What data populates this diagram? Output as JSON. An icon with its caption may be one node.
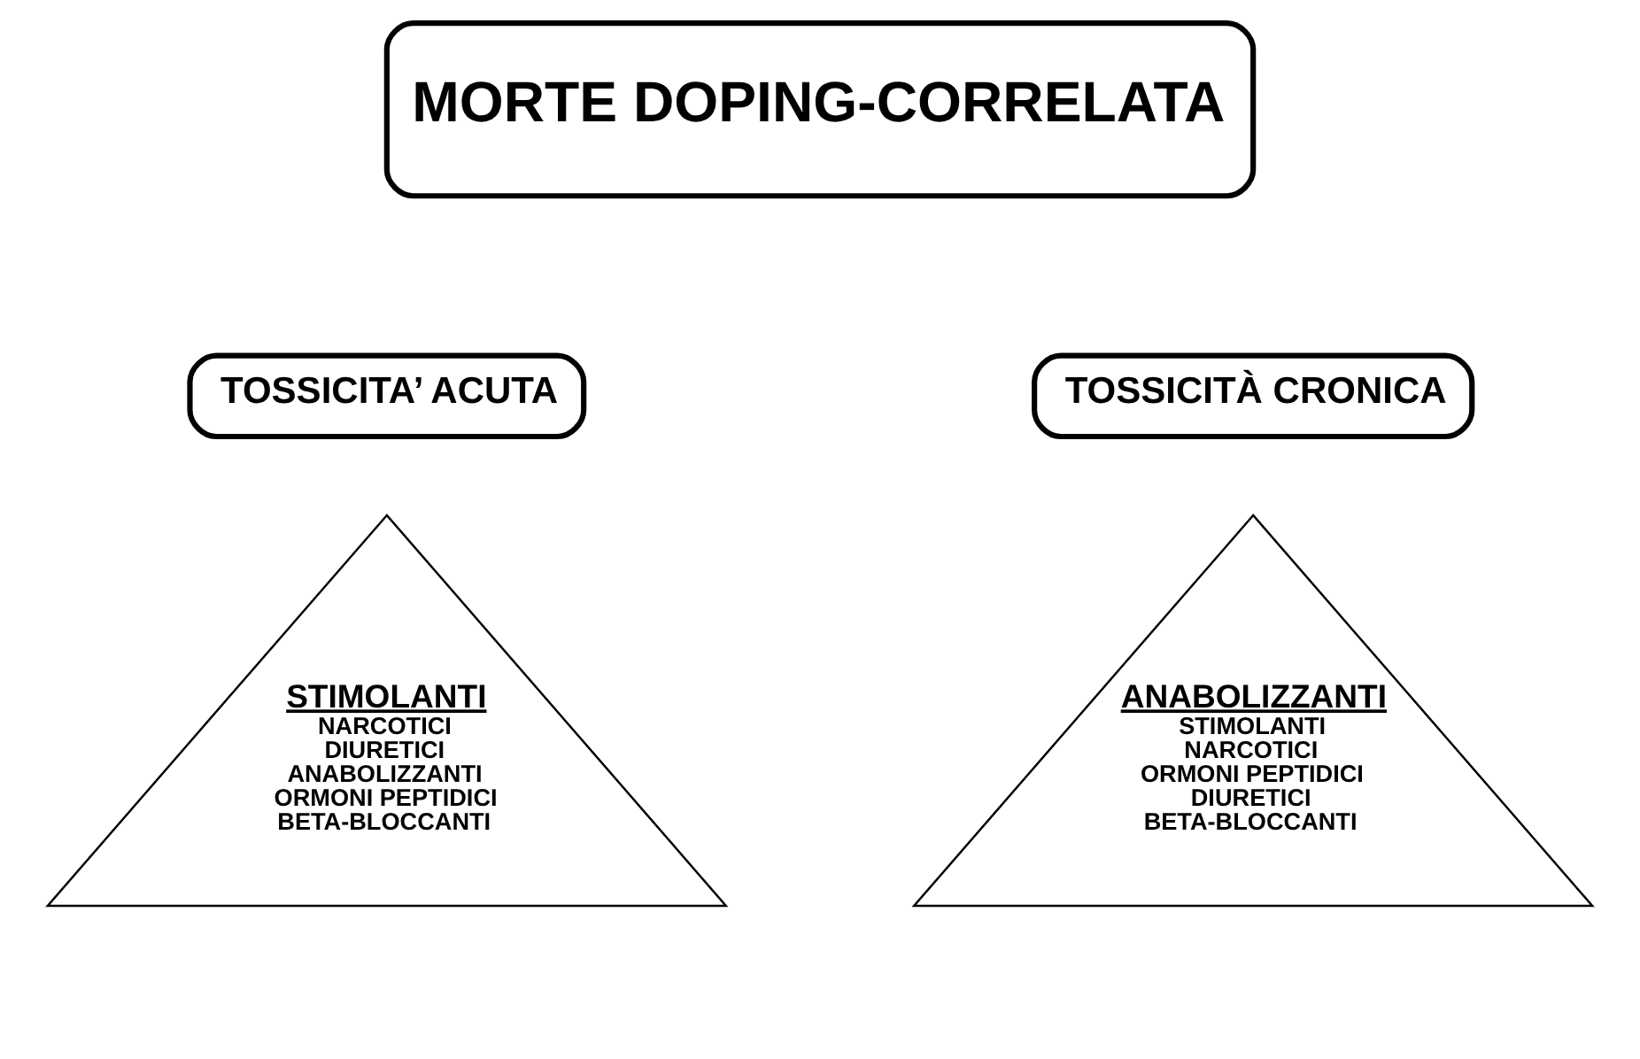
{
  "diagram": {
    "nodes": [
      {
        "text": [
          "MORTE DOPING-CORRELATA"
        ]
      },
      {
        "text": [
          "TOSSICITA’ ACUTA"
        ]
      },
      {
        "text": [
          "STIMOLANTI",
          "NARCOTICI",
          "DIURETICI",
          "ANABOLIZZANTI",
          "ORMONI PEPTIDICI",
          "BETA-BLOCCANTI"
        ]
      },
      {
        "text": [
          "TOSSICITÀ CRONICA"
        ]
      },
      {
        "text": [
          "ANABOLIZZANTI",
          "STIMOLANTI",
          "NARCOTICI",
          "ORMONI PEPTIDICI",
          "DIURETICI",
          "BETA-BLOCCANTI"
        ]
      }
    ]
  }
}
